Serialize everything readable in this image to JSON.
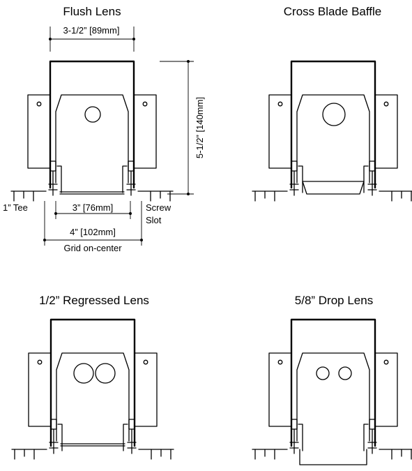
{
  "panels": [
    {
      "title": "Flush Lens",
      "lens": "flush",
      "holes": 1
    },
    {
      "title": "Cross Blade Baffle",
      "lens": "baffle",
      "holes": 1
    },
    {
      "title": "1/2” Regressed Lens",
      "lens": "regressed",
      "holes": 2
    },
    {
      "title": "5/8” Drop Lens",
      "lens": "drop",
      "holes": 2
    }
  ],
  "dimensions": {
    "width_top": "3-1/2” [89mm]",
    "height": "5-1/2” [140mm]",
    "inner": "3” [76mm]",
    "grid": "4” [102mm]",
    "grid_label": "Grid on-center",
    "tee": "1” Tee",
    "screw_1": "Screw",
    "screw_2": "Slot"
  }
}
